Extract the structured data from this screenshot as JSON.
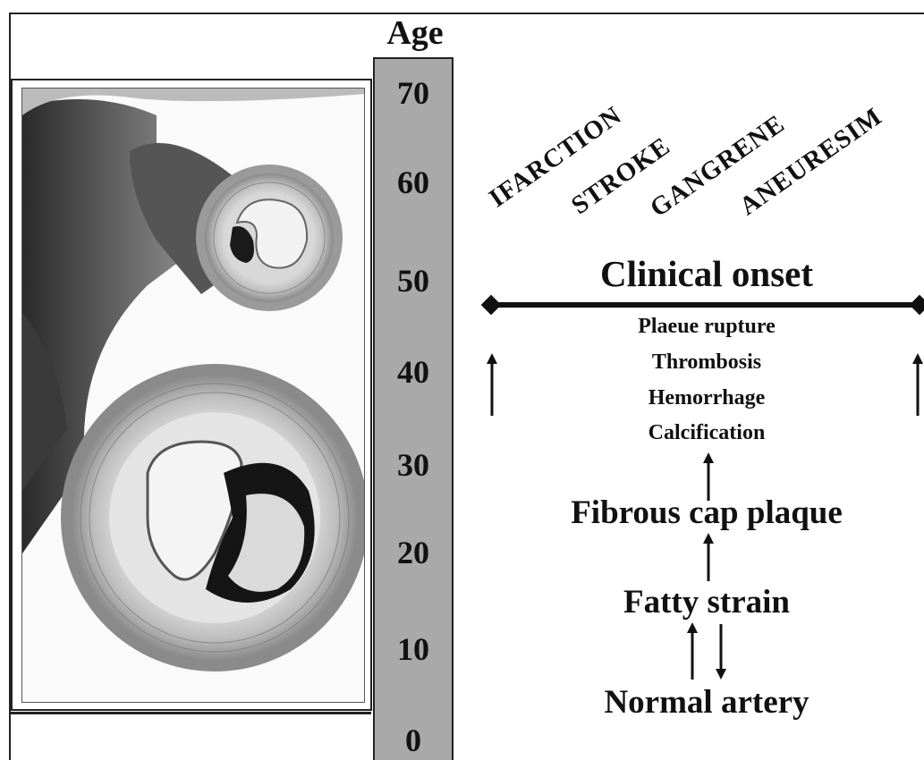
{
  "age_axis": {
    "title": "Age",
    "ticks": [
      "70",
      "60",
      "50",
      "40",
      "30",
      "20",
      "10",
      "0"
    ]
  },
  "outcomes": [
    "IFARCTION",
    "STROKE",
    "GANGRENE",
    "ANEURESIM"
  ],
  "clinical_onset": "Clinical onset",
  "complications": [
    "Plaeue rupture",
    "Thrombosis",
    "Hemorrhage",
    "Calcification"
  ],
  "stages": {
    "fibrous": "Fibrous cap plaque",
    "fatty": "Fatty strain",
    "normal": "Normal artery"
  },
  "colors": {
    "bar": "#a9a9a9",
    "ink": "#111111"
  }
}
